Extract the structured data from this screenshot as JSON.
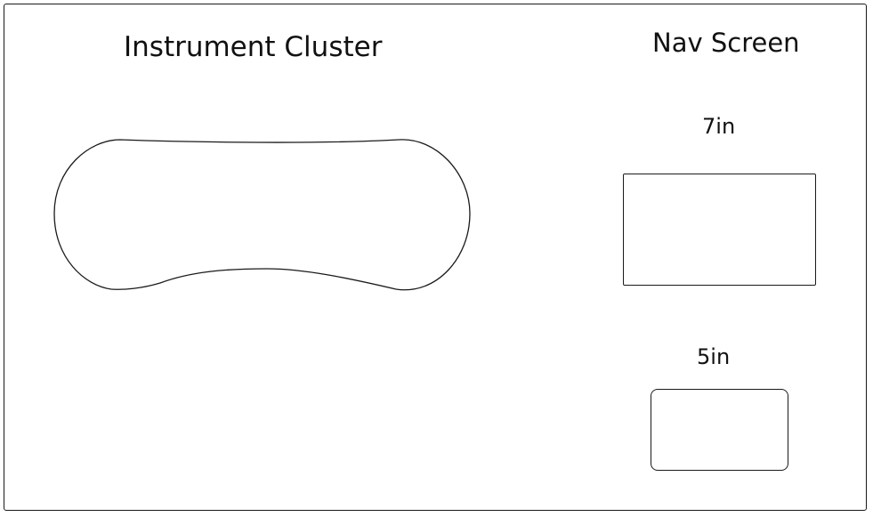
{
  "instrument_cluster": {
    "title": "Instrument Cluster"
  },
  "nav_screen": {
    "title": "Nav Screen",
    "large_screen_label": "7in",
    "small_screen_label": "5in"
  }
}
